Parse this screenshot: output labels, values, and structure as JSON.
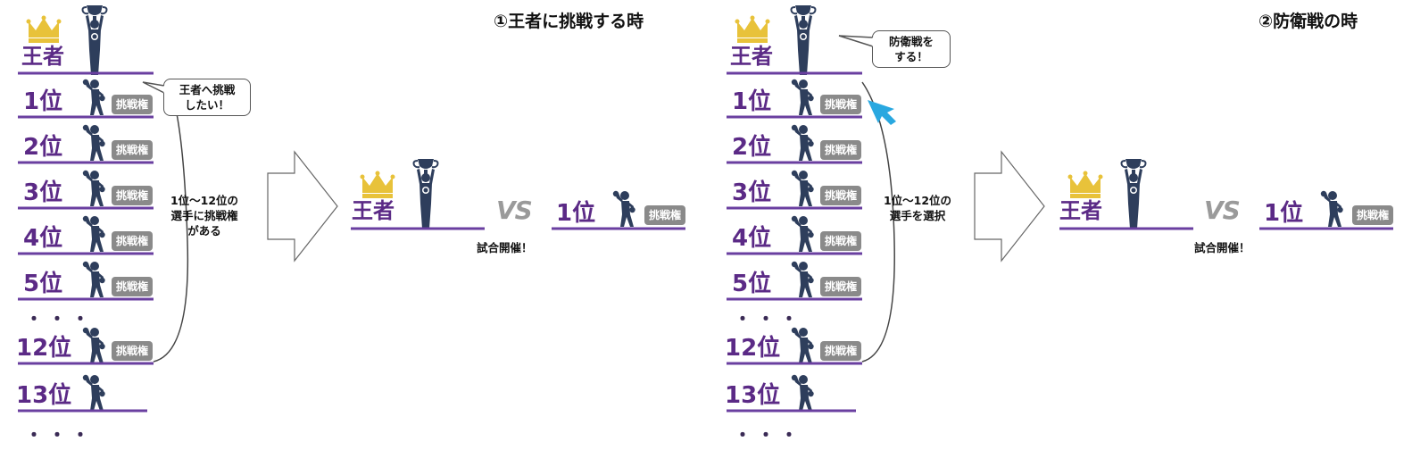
{
  "panel1": {
    "title": "①王者に挑戦する時",
    "king": "王者",
    "ranks": [
      "1位",
      "2位",
      "3位",
      "4位",
      "5位"
    ],
    "ellipsis": "・・・",
    "rank12": "12位",
    "rank13": "13位",
    "badge": "挑戦権",
    "speech": "王者へ挑戦\nしたい！",
    "note": "1位～12位の\n選手に挑戦権\nがある",
    "vs": "VS",
    "match_king": "王者",
    "match_rank": "1位",
    "match_badge": "挑戦権",
    "match_text": "試合開催！"
  },
  "panel2": {
    "title": "②防衛戦の時",
    "king": "王者",
    "ranks": [
      "1位",
      "2位",
      "3位",
      "4位",
      "5位"
    ],
    "ellipsis": "・・・",
    "rank12": "12位",
    "rank13": "13位",
    "badge": "挑戦権",
    "speech": "防衛戦を\nする！",
    "note": "1位～12位の\n選手を選択",
    "vs": "VS",
    "match_king": "王者",
    "match_rank": "1位",
    "match_badge": "挑戦権",
    "match_text": "試合開催！"
  },
  "colors": {
    "line": "#6a3fa0",
    "rank_text": "#5b2a86",
    "figure": "#2e3e5c",
    "crown": "#e8c23a",
    "badge": "#8a8a8a",
    "cursor": "#29a8e0"
  },
  "icons": [
    "crown-icon",
    "trophy-figure-icon",
    "boxer-icon",
    "big-arrow-icon",
    "cursor-arrow-icon"
  ]
}
